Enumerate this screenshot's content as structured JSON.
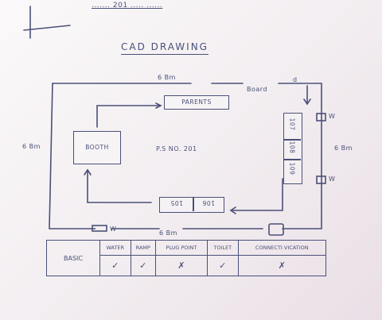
{
  "header": {
    "scribble": "....... 201 ..... ......"
  },
  "title": "CAD DRAWING",
  "dims": {
    "top": "6 Bm",
    "left": "6 Bm",
    "right": "6 Bm",
    "bottom": "6 Bm"
  },
  "labels": {
    "board": "Board",
    "board_sub": "d",
    "parents": "PARENTS",
    "booth": "BOOTH",
    "ps_no": "P.S NO. 201",
    "room_107": "107",
    "room_108": "108",
    "room_109": "109",
    "room_105": "105",
    "room_106": "106",
    "w_right_top": "W",
    "w_right_bottom": "W",
    "w_bottom": "W"
  },
  "facilities": {
    "row_label": "BASIC",
    "headers": [
      "WATER",
      "RAMP",
      "PLUG POINT",
      "TOILET",
      "CONNECTI VICATION"
    ],
    "marks": [
      "✓",
      "✓",
      "✗",
      "✓",
      "✗"
    ]
  },
  "colors": {
    "ink": "#4a5078",
    "paper": "#f6f2f4"
  }
}
